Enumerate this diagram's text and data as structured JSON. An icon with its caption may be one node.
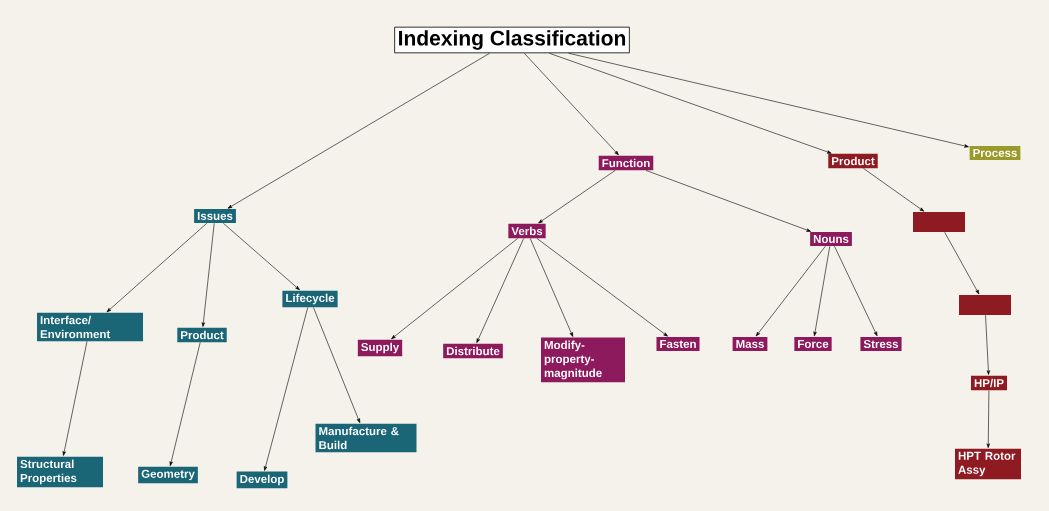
{
  "diagram": {
    "nodes": [
      {
        "text": [
          "Indexing Classification"
        ]
      },
      {
        "text": [
          "Issues"
        ]
      },
      {
        "text": [
          "Function"
        ]
      },
      {
        "text": [
          "Product"
        ]
      },
      {
        "text": [
          "Process"
        ]
      },
      {
        "text": [
          "Interface/ Environment"
        ]
      },
      {
        "text": [
          "Product"
        ]
      },
      {
        "text": [
          "Lifecycle"
        ]
      },
      {
        "text": [
          "Structural Properties"
        ]
      },
      {
        "text": [
          "Geometry"
        ]
      },
      {
        "text": [
          "Develop"
        ]
      },
      {
        "text": [
          "Manufacture & Build"
        ]
      },
      {
        "text": [
          "Verbs"
        ]
      },
      {
        "text": [
          "Nouns"
        ]
      },
      {
        "text": [
          "Supply"
        ]
      },
      {
        "text": [
          "Distribute"
        ]
      },
      {
        "text": [
          "Modify-property-magnitude"
        ]
      },
      {
        "text": [
          "Fasten"
        ]
      },
      {
        "text": [
          "Mass"
        ]
      },
      {
        "text": [
          "Force"
        ]
      },
      {
        "text": [
          "Stress"
        ]
      },
      {
        "text": [],
        "shape": "box"
      },
      {
        "text": [],
        "shape": "box"
      },
      {
        "text": [
          "HP/IP"
        ]
      },
      {
        "text": [
          "HPT Rotor Assy"
        ]
      }
    ],
    "edges": [
      {
        "from": 0,
        "to": 1,
        "arrow": "to"
      },
      {
        "from": 0,
        "to": 2,
        "arrow": "to"
      },
      {
        "from": 0,
        "to": 3,
        "arrow": "to"
      },
      {
        "from": 0,
        "to": 4,
        "arrow": "to"
      },
      {
        "from": 1,
        "to": 5,
        "arrow": "to"
      },
      {
        "from": 1,
        "to": 6,
        "arrow": "to"
      },
      {
        "from": 1,
        "to": 7,
        "arrow": "to"
      },
      {
        "from": 5,
        "to": 8,
        "arrow": "to"
      },
      {
        "from": 6,
        "to": 9,
        "arrow": "to"
      },
      {
        "from": 7,
        "to": 10,
        "arrow": "to"
      },
      {
        "from": 7,
        "to": 11,
        "arrow": "to"
      },
      {
        "from": 2,
        "to": 12,
        "arrow": "to"
      },
      {
        "from": 2,
        "to": 13,
        "arrow": "to"
      },
      {
        "from": 12,
        "to": 14,
        "arrow": "to"
      },
      {
        "from": 12,
        "to": 15,
        "arrow": "to"
      },
      {
        "from": 12,
        "to": 16,
        "arrow": "to"
      },
      {
        "from": 12,
        "to": 17,
        "arrow": "to"
      },
      {
        "from": 13,
        "to": 18,
        "arrow": "to"
      },
      {
        "from": 13,
        "to": 19,
        "arrow": "to"
      },
      {
        "from": 13,
        "to": 20,
        "arrow": "to"
      },
      {
        "from": 3,
        "to": 21,
        "arrow": "to"
      },
      {
        "from": 21,
        "to": 22,
        "arrow": "to"
      },
      {
        "from": 22,
        "to": 23,
        "arrow": "to"
      },
      {
        "from": 23,
        "to": 24,
        "arrow": "to"
      }
    ]
  }
}
